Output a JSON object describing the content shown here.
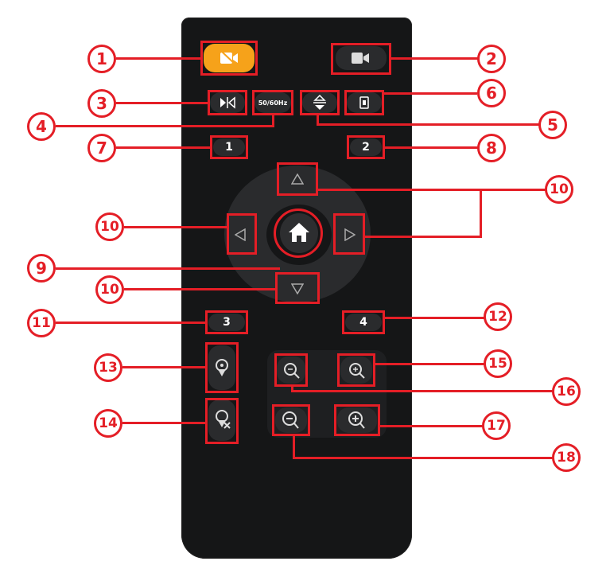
{
  "badges": [
    "1",
    "2",
    "3",
    "4",
    "5",
    "6",
    "7",
    "8",
    "9",
    "10",
    "11",
    "12",
    "13",
    "14",
    "15",
    "16",
    "17",
    "18"
  ],
  "buttons": {
    "hz_label": "50/60Hz",
    "num1": "1",
    "num2": "2",
    "num3": "3",
    "num4": "4"
  },
  "colors": {
    "accent": "#e41e26",
    "remote": "#151617",
    "button": "#2a2b2d",
    "record": "#f6a21a"
  }
}
